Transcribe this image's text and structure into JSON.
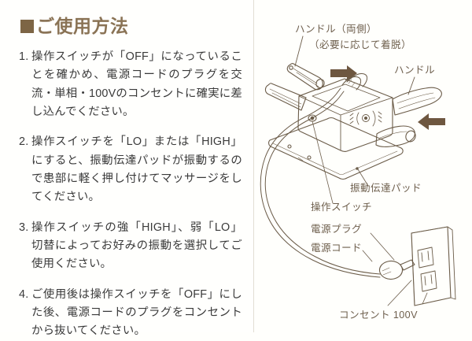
{
  "heading": {
    "bullet": "square-bullet",
    "text": "ご使用方法"
  },
  "steps": [
    {
      "number": "1.",
      "text": "操作スイッチが「OFF」になっていることを確かめ、電源コードのプラグを交流・単相・100Vのコンセントに確実に差し込んでください。"
    },
    {
      "number": "2.",
      "text": "操作スイッチを「LO」または「HIGH」にすると、振動伝達パッドが振動するので患部に軽く押し付けてマッサージをしてください。"
    },
    {
      "number": "3.",
      "text": "操作スイッチの強「HIGH」、弱「LO」切替によってお好みの振動を選択してご使用ください。"
    },
    {
      "number": "4.",
      "text": "ご使用後は操作スイッチを「OFF」にした後、電源コードのプラグをコンセントから抜いてください。"
    }
  ],
  "diagram": {
    "labels": {
      "handle_both": "ハンドル（両側）",
      "handle_detach": "（必要に応じて着脱）",
      "handle": "ハンドル",
      "vibration_pad": "振動伝達パッド",
      "operation_switch": "操作スイッチ",
      "power_plug": "電源プラグ",
      "power_cord": "電源コード",
      "outlet": "コンセント 100V"
    },
    "parts": [
      "detached-handle",
      "massager-body",
      "attached-handle",
      "vibration-pad",
      "operation-switch",
      "power-cord",
      "power-plug",
      "wall-outlet"
    ]
  },
  "colors": {
    "heading": "#8a7355",
    "bullet": "#7d6545",
    "body_text": "#3a3a3a",
    "label_text": "#6e5f4d",
    "line_art": "#6b5c49",
    "arrow": "#6e5740",
    "background": "#fffffd",
    "divider": "#e2ded3"
  }
}
